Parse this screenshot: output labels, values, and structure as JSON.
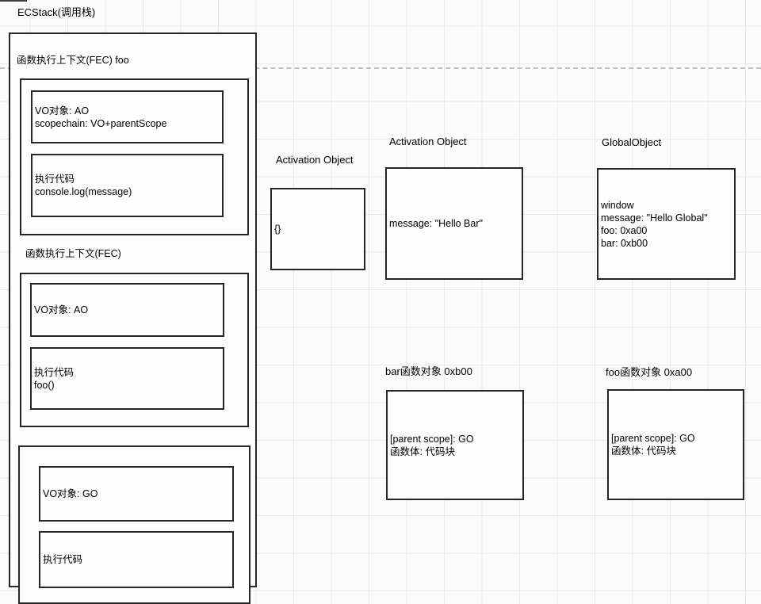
{
  "header": {
    "title": "ECStack(调用栈)"
  },
  "ecstack": {
    "frames": [
      {
        "label": "函数执行上下文(FEC) foo",
        "vo": "VO对象: AO\nscopechain: VO+parentScope",
        "code": "执行代码\nconsole.log(message)"
      },
      {
        "label": "函数执行上下文(FEC)",
        "vo": "VO对象: AO",
        "code": "执行代码\nfoo()"
      },
      {
        "label": "",
        "vo": "VO对象: GO",
        "code": "执行代码"
      }
    ]
  },
  "objects": [
    {
      "label": "Activation Object",
      "content": "{}"
    },
    {
      "label": "Activation Object",
      "content": "message: \"Hello Bar\""
    },
    {
      "label": "GlobalObject",
      "content": "window\nmessage: \"Hello Global\"\nfoo: 0xa00\nbar: 0xb00"
    },
    {
      "label": "bar函数对象 0xb00",
      "content": "[parent scope]: GO\n函数体: 代码块"
    },
    {
      "label": "foo函数对象 0xa00",
      "content": "[parent scope]: GO\n函数体: 代码块"
    }
  ],
  "colors": {
    "stroke": "#262626",
    "grid_line": "#e9e9e9",
    "dashed_guide": "#c0c0c0",
    "canvas_background": "#fbfbfb"
  }
}
